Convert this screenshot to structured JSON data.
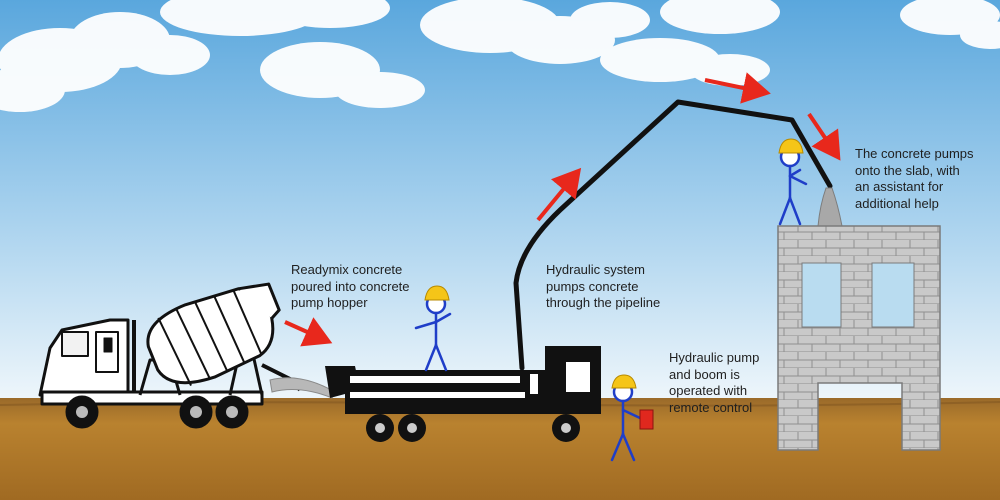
{
  "captions": {
    "readymix": [
      "Readymix concrete",
      "poured into concrete",
      "pump hopper"
    ],
    "hydraulic_system": [
      "Hydraulic system",
      "pumps concrete",
      "through the pipeline"
    ],
    "remote_control": [
      "Hydraulic pump",
      "and boom is",
      "operated with",
      "remote control"
    ],
    "slab": [
      "The concrete pumps",
      "onto the slab, with",
      "an assistant for",
      "additional help"
    ]
  },
  "colors": {
    "sky_top": "#5aa7dd",
    "sky_bottom": "#eef6fb",
    "ground": "#b07a2c",
    "arrow": "#e8281c",
    "worker": "#1f3ec8",
    "hard_hat": "#f5c518",
    "vehicle": "#111111",
    "building": "#c8c8c8",
    "remote": "#e0281e"
  }
}
